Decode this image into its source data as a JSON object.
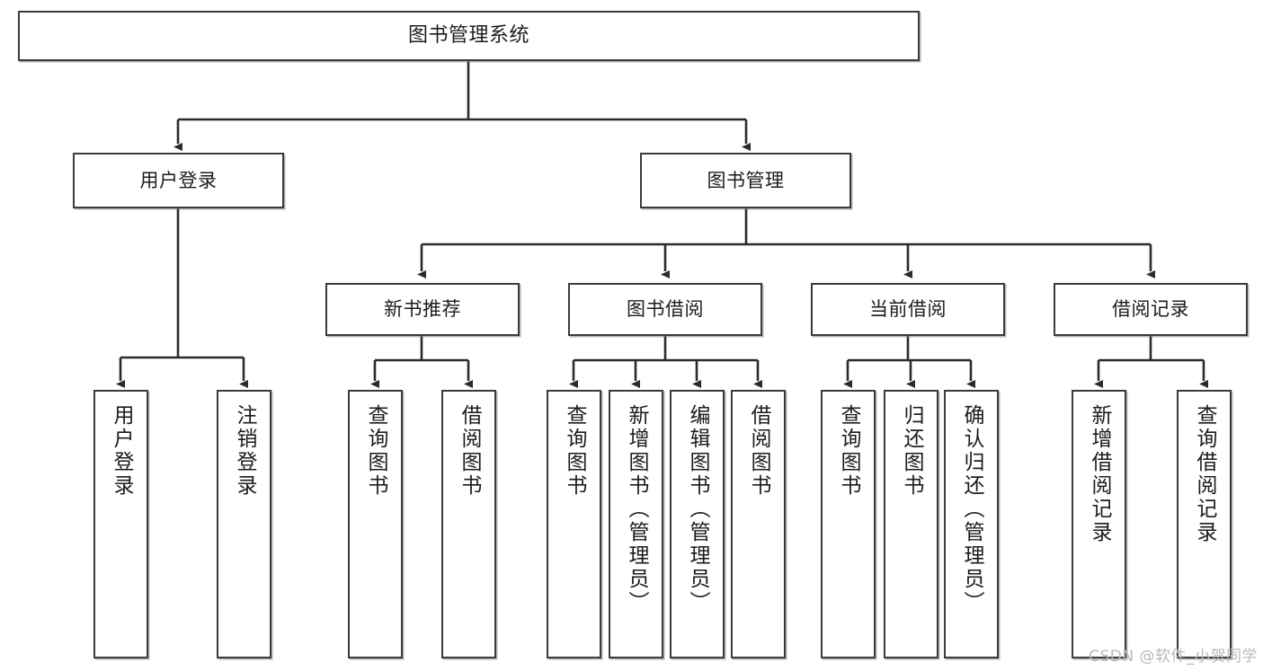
{
  "diagram": {
    "title": "图书管理系统",
    "watermark": "CSDN @软件_小贺同学",
    "colors": {
      "box_border": "#3b3b3b",
      "box_fill": "#ffffff",
      "edge": "#2b2b2b",
      "text": "#1c1c1c",
      "watermark": "#b9b9b9"
    },
    "root": {
      "id": "root",
      "label": "图书管理系统"
    },
    "level2": [
      {
        "id": "user-login",
        "label": "用户登录"
      },
      {
        "id": "book-manage",
        "label": "图书管理"
      }
    ],
    "level3": [
      {
        "id": "new-book-recommend",
        "label": "新书推荐"
      },
      {
        "id": "book-borrow",
        "label": "图书借阅"
      },
      {
        "id": "current-borrow",
        "label": "当前借阅"
      },
      {
        "id": "borrow-record",
        "label": "借阅记录"
      }
    ],
    "leaves": {
      "user_login": [
        {
          "id": "leaf-user-login",
          "label": "用户登录"
        },
        {
          "id": "leaf-logout",
          "label": "注销登录"
        }
      ],
      "new_book_recommend": [
        {
          "id": "leaf-query-book-1",
          "label": "查询图书"
        },
        {
          "id": "leaf-borrow-book-1",
          "label": "借阅图书"
        }
      ],
      "book_borrow": [
        {
          "id": "leaf-query-book-2",
          "label": "查询图书"
        },
        {
          "id": "leaf-add-book",
          "label": "新增图书（管理员）"
        },
        {
          "id": "leaf-edit-book",
          "label": "编辑图书（管理员）"
        },
        {
          "id": "leaf-borrow-book-2",
          "label": "借阅图书"
        }
      ],
      "current_borrow": [
        {
          "id": "leaf-query-book-3",
          "label": "查询图书"
        },
        {
          "id": "leaf-return-book",
          "label": "归还图书"
        },
        {
          "id": "leaf-confirm-return",
          "label": "确认归还（管理员）"
        }
      ],
      "borrow_record": [
        {
          "id": "leaf-add-record",
          "label": "新增借阅记录"
        },
        {
          "id": "leaf-query-record",
          "label": "查询借阅记录"
        }
      ]
    }
  }
}
